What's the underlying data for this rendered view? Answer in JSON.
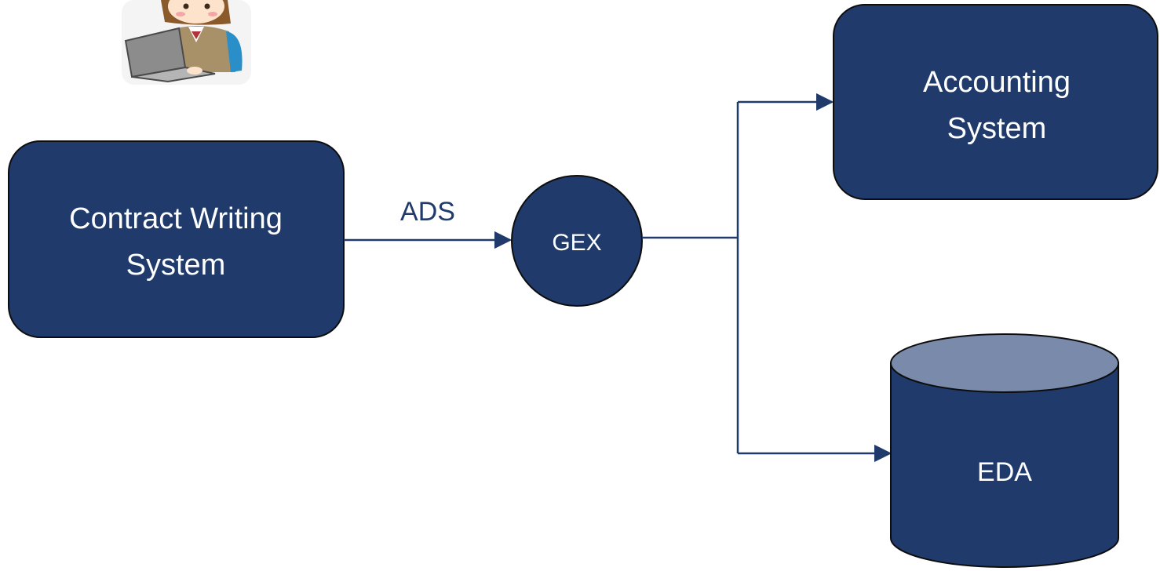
{
  "colors": {
    "node_fill": "#1f3a6b",
    "node_stroke": "#0d0d0d",
    "cylinder_top": "#7a8aab",
    "connector": "#1f3a6b",
    "text_light": "#ffffff"
  },
  "nodes": {
    "contract_writing": {
      "line1": "Contract Writing",
      "line2": "System"
    },
    "gex": {
      "label": "GEX"
    },
    "accounting": {
      "line1": "Accounting",
      "line2": "System"
    },
    "eda": {
      "label": "EDA"
    }
  },
  "edges": {
    "ads": {
      "label": "ADS"
    }
  },
  "user_icon": {
    "name": "office-worker-at-laptop-icon"
  }
}
